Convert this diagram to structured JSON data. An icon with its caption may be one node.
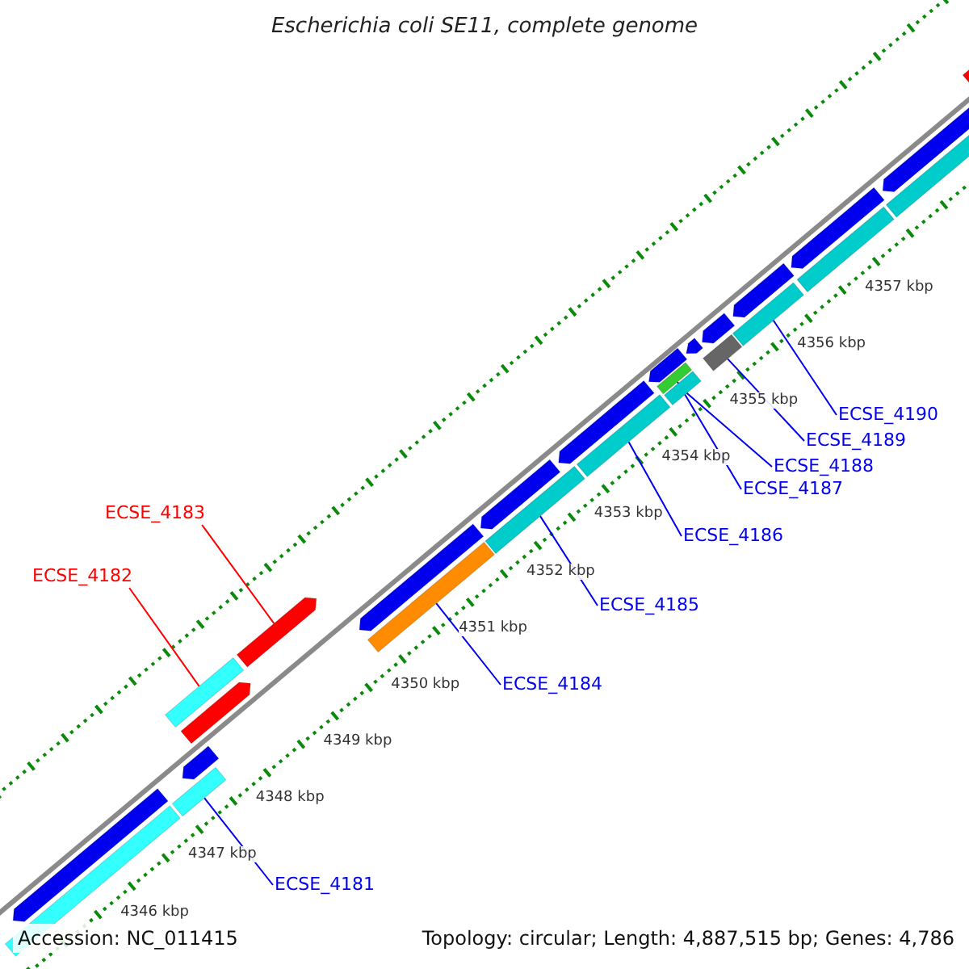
{
  "diagram": {
    "title": "Escherichia coli SE11, complete genome",
    "nodes": [
      {
        "text": [
          "ECSE_4190"
        ]
      },
      {
        "text": [
          "ECSE_4189"
        ]
      },
      {
        "text": [
          "ECSE_4188"
        ]
      },
      {
        "text": [
          "ECSE_4187"
        ]
      },
      {
        "text": [
          "ECSE_4183"
        ]
      },
      {
        "text": [
          "ECSE_4186"
        ]
      },
      {
        "text": [
          "ECSE_4182"
        ]
      },
      {
        "text": [
          "ECSE_4185"
        ]
      },
      {
        "text": [
          "ECSE_4184"
        ]
      },
      {
        "text": [
          "ECSE_4181"
        ]
      },
      {
        "text": [],
        "shape": "bar"
      },
      {
        "text": [],
        "shape": "bar"
      },
      {
        "text": [],
        "shape": "bar"
      },
      {
        "text": [],
        "shape": "bar"
      },
      {
        "text": [],
        "shape": "bar"
      },
      {
        "text": [],
        "shape": "bar"
      },
      {
        "text": [],
        "shape": "bar"
      },
      {
        "text": [],
        "shape": "bar"
      },
      {
        "text": [],
        "shape": "bar"
      },
      {
        "text": [],
        "shape": "bar"
      }
    ],
    "edges": [
      {
        "from": 0,
        "to": 10,
        "arrow": "none"
      },
      {
        "from": 1,
        "to": 11,
        "arrow": "none"
      },
      {
        "from": 2,
        "to": 12,
        "arrow": "none"
      },
      {
        "from": 3,
        "to": 13,
        "arrow": "none"
      },
      {
        "from": 4,
        "to": 14,
        "arrow": "none",
        "color": "#ff0000"
      },
      {
        "from": 5,
        "to": 15,
        "arrow": "none"
      },
      {
        "from": 6,
        "to": 16,
        "arrow": "none",
        "color": "#ff0000"
      },
      {
        "from": 7,
        "to": 17,
        "arrow": "none"
      },
      {
        "from": 8,
        "to": 18,
        "arrow": "none"
      },
      {
        "from": 9,
        "to": 19,
        "arrow": "none"
      }
    ],
    "labels": [
      "4357 kbp",
      "4356 kbp",
      "4355 kbp",
      "4354 kbp",
      "4353 kbp",
      "4352 kbp",
      "4351 kbp",
      "4350 kbp",
      "4349 kbp",
      "4348 kbp",
      "4347 kbp",
      "4346 kbp",
      "Accession: NC_011415",
      "Topology: circular; Length: 4,887,515 bp; Genes: 4,786"
    ]
  }
}
